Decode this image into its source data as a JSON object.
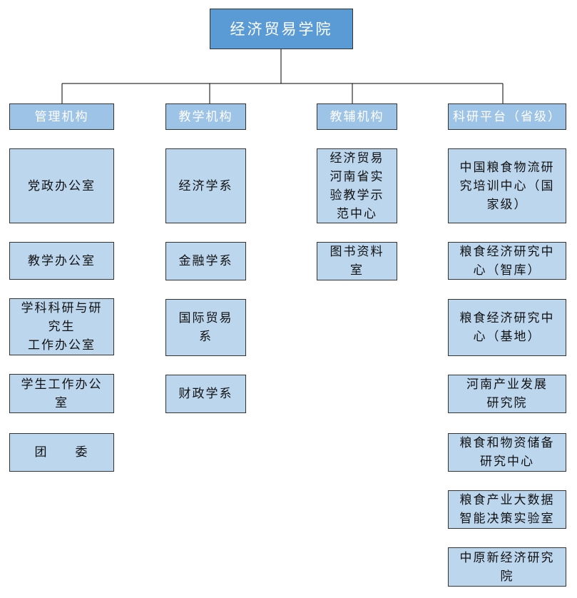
{
  "colors": {
    "root": "#5b9bd5",
    "header": "#9dc3e6",
    "unit": "#bcd6ee",
    "line": "#000000"
  },
  "root": "经济贸易学院",
  "columns": [
    {
      "header": "管理机构",
      "items": [
        "党政办公室",
        "教学办公室",
        "学科科研与研\n究生\n工作办公室",
        "学生工作办公\n室",
        "团　　委"
      ]
    },
    {
      "header": "教学机构",
      "items": [
        "经济学系",
        "金融学系",
        "国际贸易\n系",
        "财政学系"
      ]
    },
    {
      "header": "教辅机构",
      "items": [
        "经济贸易\n河南省实\n验教学示\n范中心",
        "图书资料\n室"
      ]
    },
    {
      "header": "科研平台（省级）",
      "items": [
        "中国粮食物流研\n究培训中心（国\n家级）",
        "粮食经济研究中\n心（智库）",
        "粮食经济研究中\n心（基地）",
        "河南产业发展\n研究院",
        "粮食和物资储备\n研究中心",
        "粮食产业大数据\n智能决策实验室",
        "中原新经济研究\n院"
      ]
    }
  ]
}
